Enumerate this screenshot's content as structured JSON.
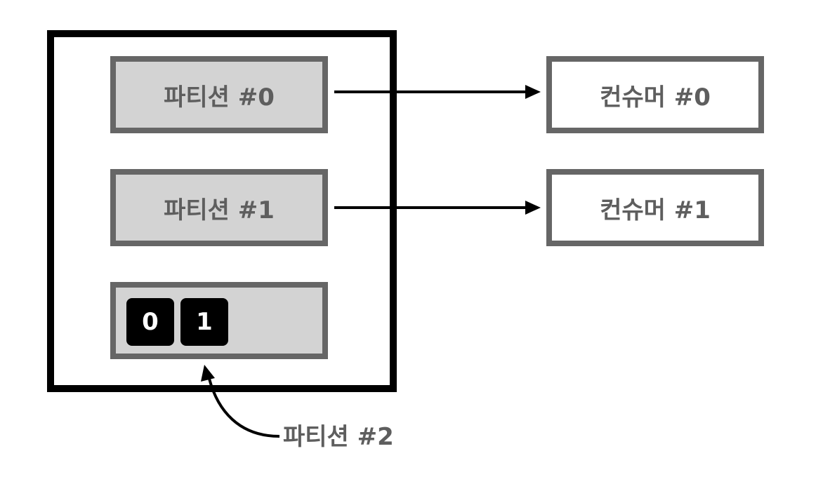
{
  "partitions": [
    {
      "label": "파티션 #0"
    },
    {
      "label": "파티션 #1"
    },
    {
      "label": "파티션 #2",
      "records": [
        "0",
        "1"
      ]
    }
  ],
  "consumers": [
    {
      "label": "컨슈머 #0"
    },
    {
      "label": "컨슈머 #1"
    }
  ],
  "colors": {
    "topic_border": "#000000",
    "box_border": "#666666",
    "partition_fill": "#d3d3d3",
    "text": "#5e5e5e",
    "record_fill": "#000000",
    "record_text": "#ffffff"
  }
}
